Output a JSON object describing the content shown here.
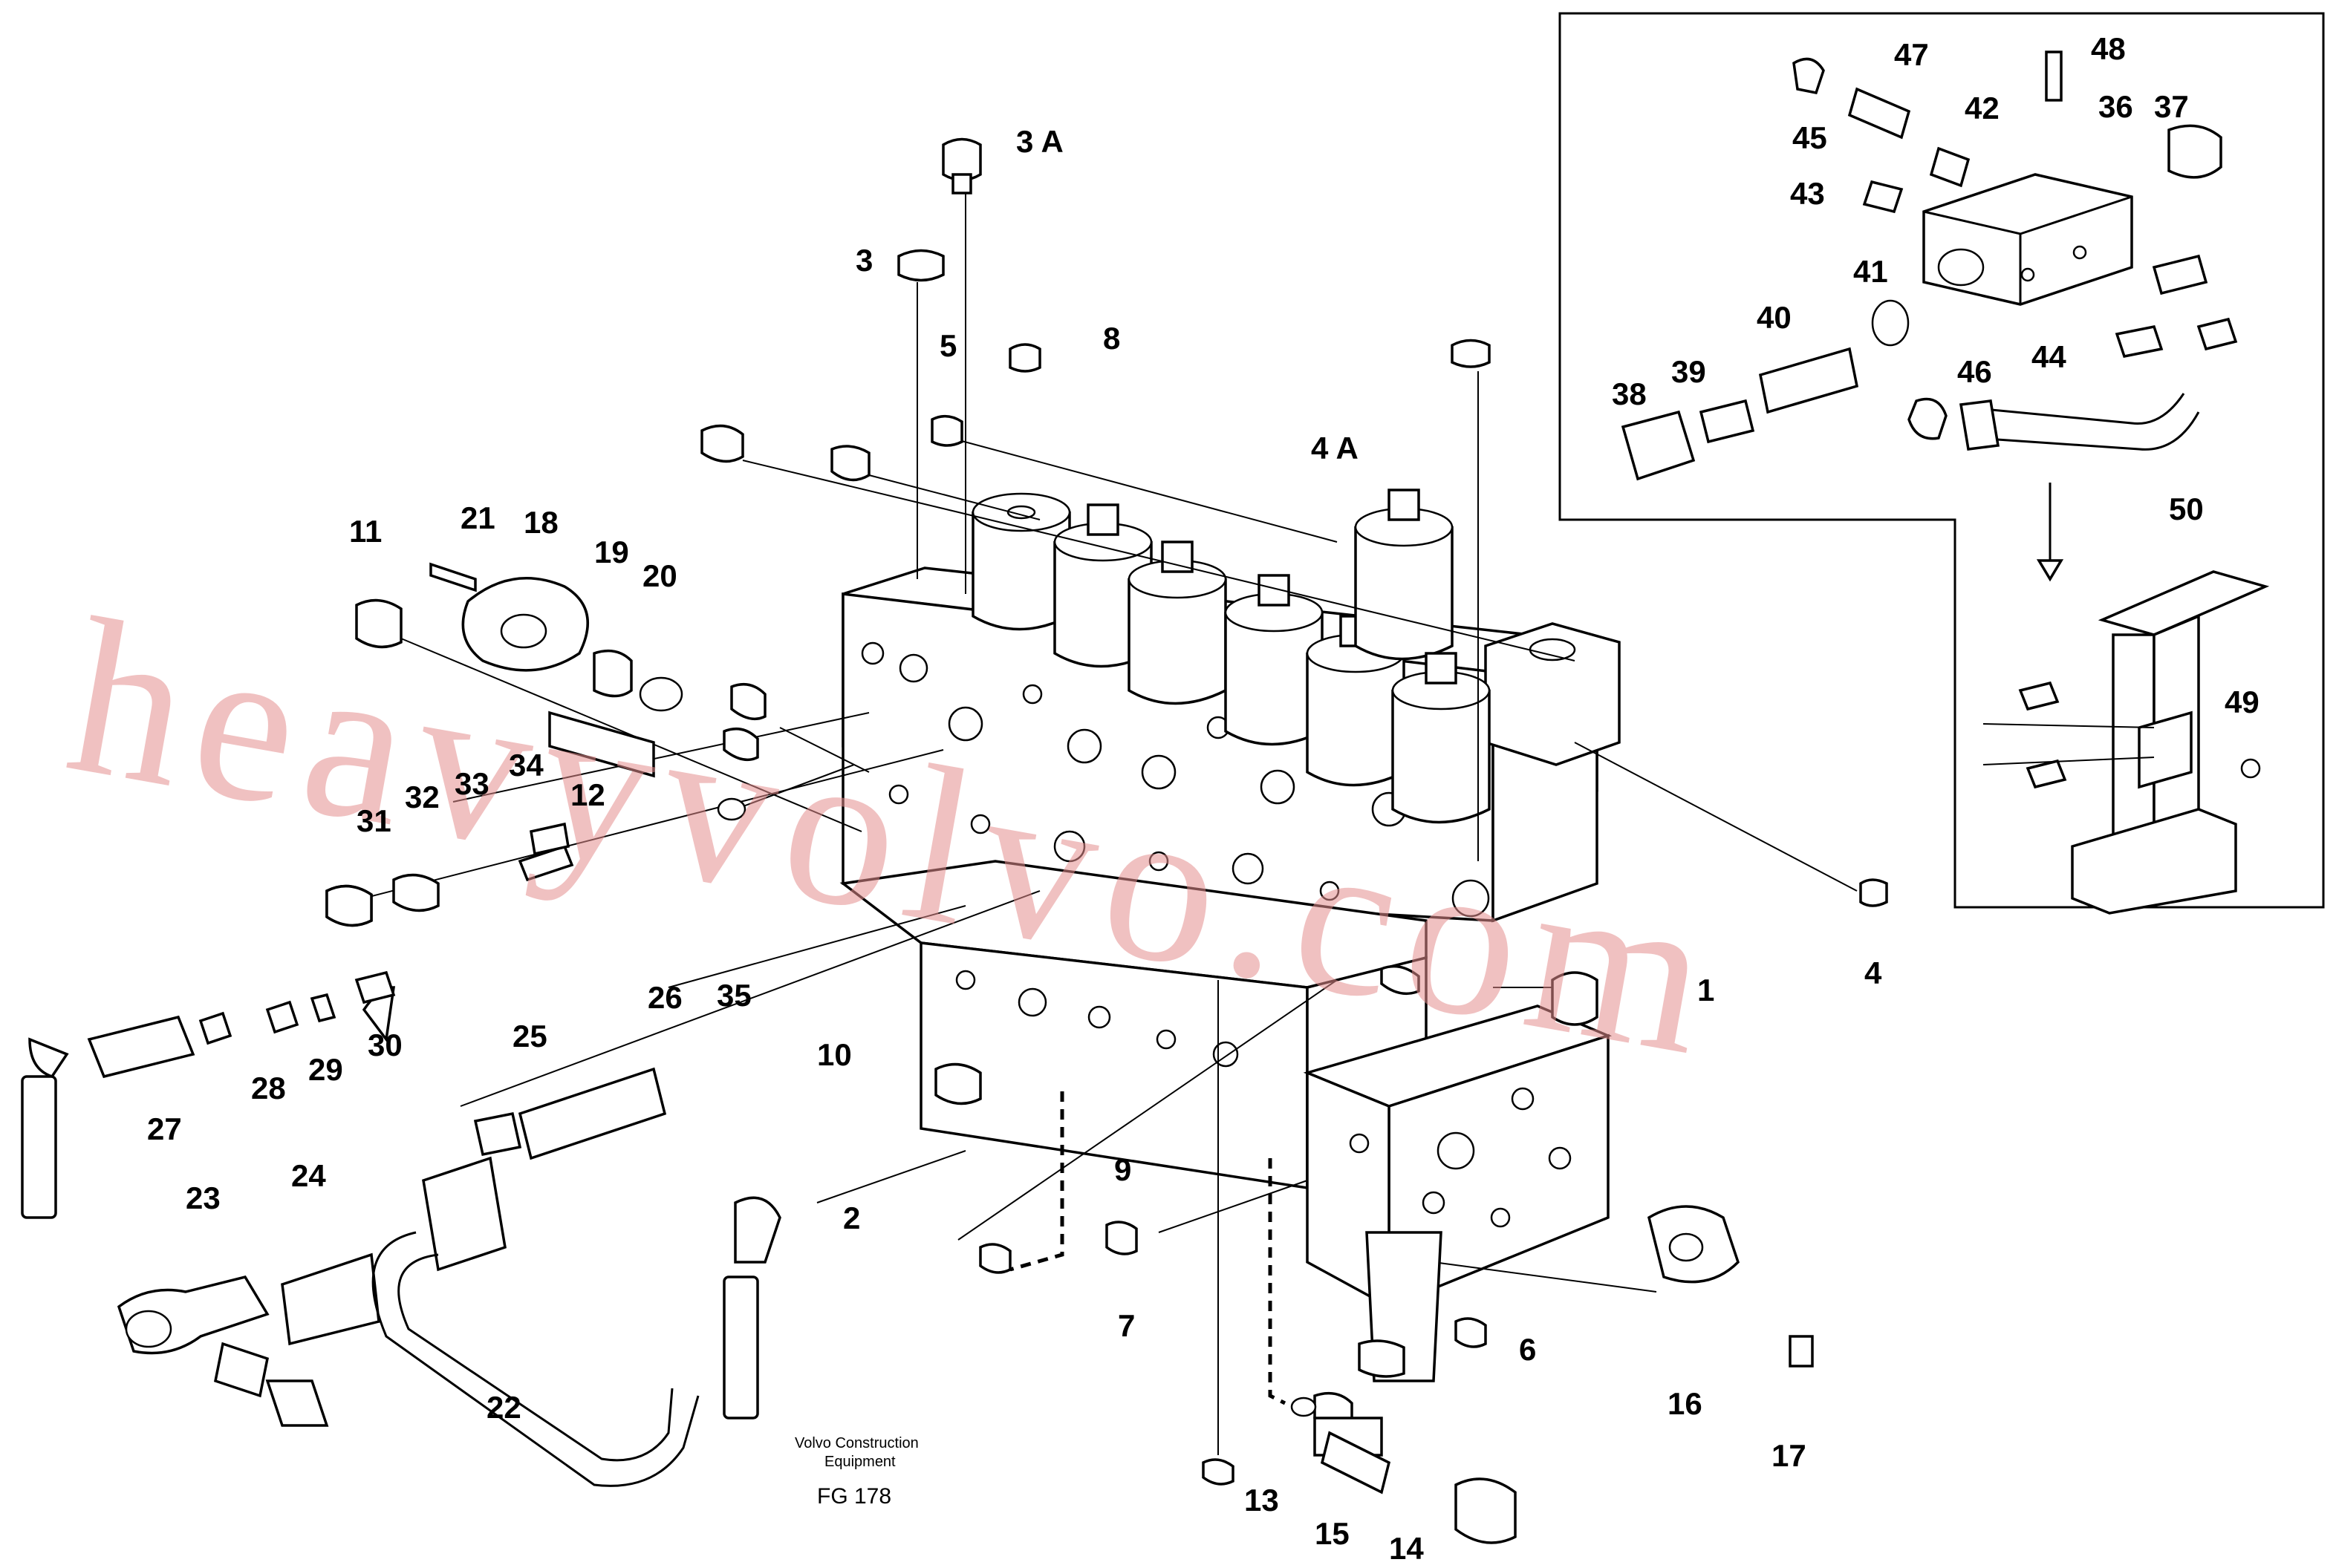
{
  "labels": [
    "1",
    "2",
    "3",
    "3 A",
    "4",
    "4 A",
    "5",
    "6",
    "7",
    "8",
    "9",
    "10",
    "11",
    "12",
    "13",
    "14",
    "15",
    "16",
    "17",
    "18",
    "19",
    "20",
    "21",
    "22",
    "23",
    "24",
    "25",
    "26",
    "27",
    "28",
    "29",
    "30",
    "31",
    "32",
    "33",
    "34",
    "35",
    "36",
    "37",
    "38",
    "39",
    "40",
    "41",
    "42",
    "43",
    "44",
    "45",
    "46",
    "47",
    "48",
    "49",
    "50"
  ],
  "caption": {
    "line1": "Volvo Construction",
    "line2": "Equipment",
    "figure": "FG 178"
  },
  "watermark": "heavyvolvo.com",
  "colors": {
    "line": "#000000",
    "watermark": "#e58f8f",
    "background": "#ffffff"
  }
}
